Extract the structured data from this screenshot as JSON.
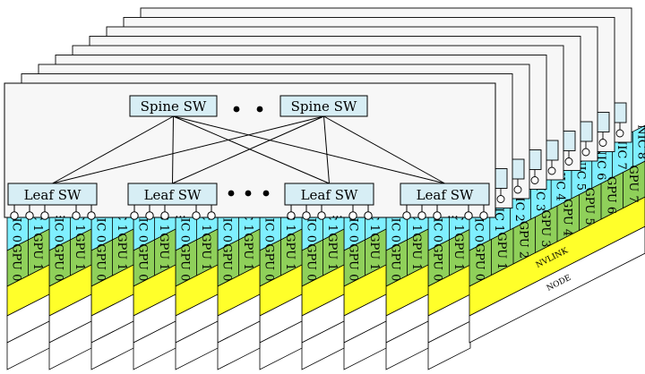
{
  "colors": {
    "nic": "#7fefff",
    "gpu": "#8fd05a",
    "nvlink": "#ffff2a",
    "node": "#ffffff",
    "switch": "#d7eef5",
    "panel": "#f7f7f7",
    "line": "#000000"
  },
  "spine": [
    "Spine SW",
    "Spine SW"
  ],
  "leaf": [
    "Leaf SW",
    "Leaf SW",
    "Leaf SW",
    "Leaf SW"
  ],
  "front_ellipsis": "...",
  "node_labels": {
    "nvlink": "NVLINK",
    "node": "NODE"
  },
  "front_node": {
    "nics": [
      "NIC 0",
      "NIC 1",
      "NIC 2",
      "NIC 3",
      "NIC 4",
      "NIC 5",
      "NIC 6",
      "NIC 7",
      "NIC 8"
    ],
    "gpus": [
      "GPU 0",
      "GPU 1",
      "GPU 2",
      "GPU 3",
      "GPU 4",
      "GPU 5",
      "GPU 6",
      "GPU 7"
    ]
  },
  "back_node": {
    "nics": [
      "NIC 0",
      "NIC 1"
    ],
    "gpus": [
      "GPU 0",
      "GPU 1"
    ]
  }
}
